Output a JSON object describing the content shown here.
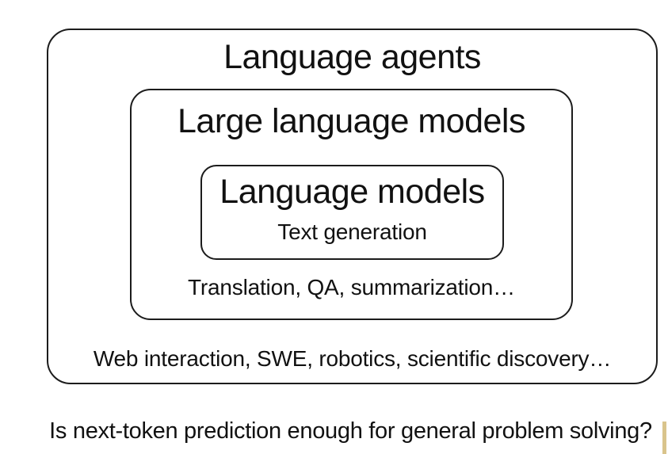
{
  "diagram": {
    "outer": {
      "title": "Language agents",
      "caption": "Web interaction, SWE, robotics, scientific discovery…"
    },
    "middle": {
      "title": "Large language models",
      "caption": "Translation, QA, summarization…"
    },
    "inner": {
      "title": "Language models",
      "caption": "Text generation"
    }
  },
  "question": "Is next-token prediction enough for general problem solving?",
  "colors": {
    "background": "#ffffff",
    "border": "#1c1c1c",
    "text": "#111111",
    "accent_bar": "#d9c48c"
  }
}
